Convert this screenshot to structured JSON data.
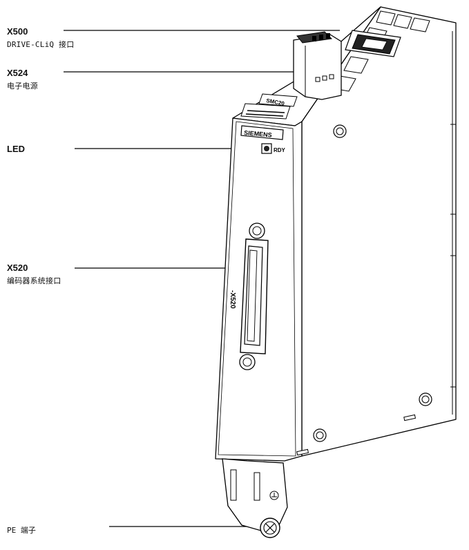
{
  "labels": {
    "x500": {
      "code": "X500",
      "desc": "DRIVE-CLiQ 接口"
    },
    "x524": {
      "code": "X524",
      "desc": "电子电源"
    },
    "led": {
      "code": "LED"
    },
    "x520": {
      "code": "X520",
      "desc": "编码器系统接口"
    },
    "pe": {
      "desc": "PE 端子"
    }
  },
  "device": {
    "brand": "SIEMENS",
    "led_text": "RDY",
    "connector_label": "-X520",
    "top_label": "SMC20"
  }
}
